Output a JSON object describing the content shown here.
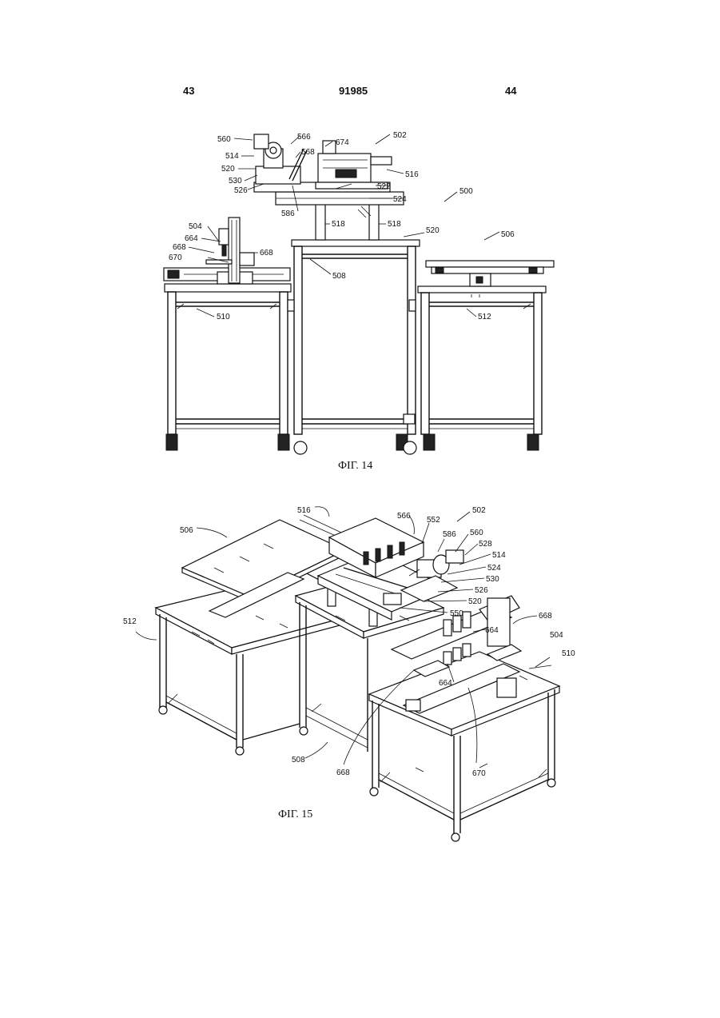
{
  "header": {
    "left_page": "43",
    "center_number": "91985",
    "right_page": "44"
  },
  "figures": [
    {
      "caption": "ФІГ. 14",
      "labels": {
        "l560": "560",
        "l566": "566",
        "l674": "674",
        "l502": "502",
        "l514": "514",
        "l568": "568",
        "l520a": "520",
        "l530": "530",
        "l516": "516",
        "l522": "522",
        "l526": "526",
        "l524": "524",
        "l500": "500",
        "l586": "586",
        "l518a": "518",
        "l518b": "518",
        "l504": "504",
        "l520b": "520",
        "l506": "506",
        "l664": "664",
        "l668a": "668",
        "l668b": "668",
        "l670": "670",
        "l508": "508",
        "l510": "510",
        "l512": "512"
      }
    },
    {
      "caption": "ФІГ. 15",
      "labels": {
        "l516": "516",
        "l566": "566",
        "l502": "502",
        "l552": "552",
        "l506": "506",
        "l586": "586",
        "l560": "560",
        "l528": "528",
        "l514": "514",
        "l524": "524",
        "l530": "530",
        "l526": "526",
        "l520": "520",
        "l550": "550",
        "l512": "512",
        "l668a": "668",
        "l664a": "664",
        "l504": "504",
        "l510": "510",
        "l664b": "664",
        "l508": "508",
        "l668b": "668",
        "l670": "670"
      }
    }
  ]
}
